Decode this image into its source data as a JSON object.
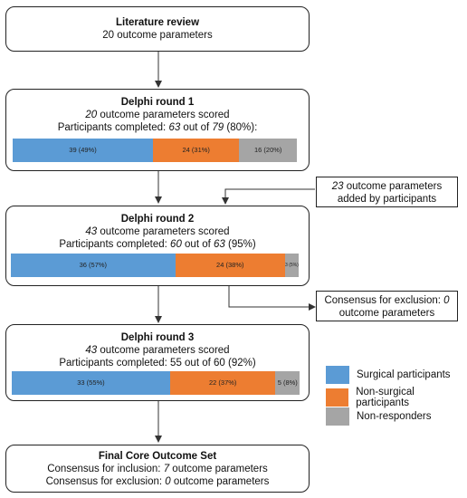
{
  "colors": {
    "surgical": "#5b9bd5",
    "non_surgical": "#ed7d31",
    "non_responders": "#a5a5a5"
  },
  "literature": {
    "title": "Literature review",
    "line1": "20 outcome parameters"
  },
  "round1": {
    "title": "Delphi round 1",
    "params_num": "20",
    "params_text": " outcome parameters scored",
    "part_prefix": "Participants completed: ",
    "part_a": "63",
    "part_mid": " out of ",
    "part_b": "79",
    "part_suffix": " (80%):",
    "bar": [
      {
        "key": "surgical",
        "value": 39,
        "label": "39 (49%)"
      },
      {
        "key": "non_surgical",
        "value": 24,
        "label": "24 (31%)"
      },
      {
        "key": "non_responders",
        "value": 16,
        "label": "16 (20%)"
      }
    ]
  },
  "added": {
    "num": "23",
    "text": " outcome parameters added by participants"
  },
  "round2": {
    "title": "Delphi round 2",
    "params_num": "43",
    "params_text": " outcome parameters scored",
    "part_prefix": "Participants completed: ",
    "part_a": "60",
    "part_mid": " out of ",
    "part_b": "63",
    "part_suffix": " (95%)",
    "bar": [
      {
        "key": "surgical",
        "value": 36,
        "label": "36 (57%)"
      },
      {
        "key": "non_surgical",
        "value": 24,
        "label": "24 (38%)"
      },
      {
        "key": "non_responders",
        "value": 3,
        "label": "3 (5%)"
      }
    ]
  },
  "exclusion": {
    "prefix": "Consensus for exclusion: ",
    "num": "0",
    "line2": "outcome parameters"
  },
  "round3": {
    "title": "Delphi round 3",
    "params_num": "43",
    "params_text": " outcome parameters scored",
    "participants": "Participants completed: 55 out of 60 (92%)",
    "bar": [
      {
        "key": "surgical",
        "value": 33,
        "label": "33 (55%)"
      },
      {
        "key": "non_surgical",
        "value": 22,
        "label": "22 (37%)"
      },
      {
        "key": "non_responders",
        "value": 5,
        "label": "5 (8%)"
      }
    ]
  },
  "final": {
    "title": "Final Core Outcome Set",
    "incl_prefix": "Consensus for inclusion: ",
    "incl_num": "7",
    "incl_suffix": " outcome parameters",
    "excl_prefix": "Consensus for exclusion: ",
    "excl_num": "0",
    "excl_suffix": " outcome parameters"
  },
  "legend": [
    {
      "key": "surgical",
      "label": "Surgical participants"
    },
    {
      "key": "non_surgical",
      "label": "Non-surgical participants"
    },
    {
      "key": "non_responders",
      "label": "Non-responders"
    }
  ]
}
